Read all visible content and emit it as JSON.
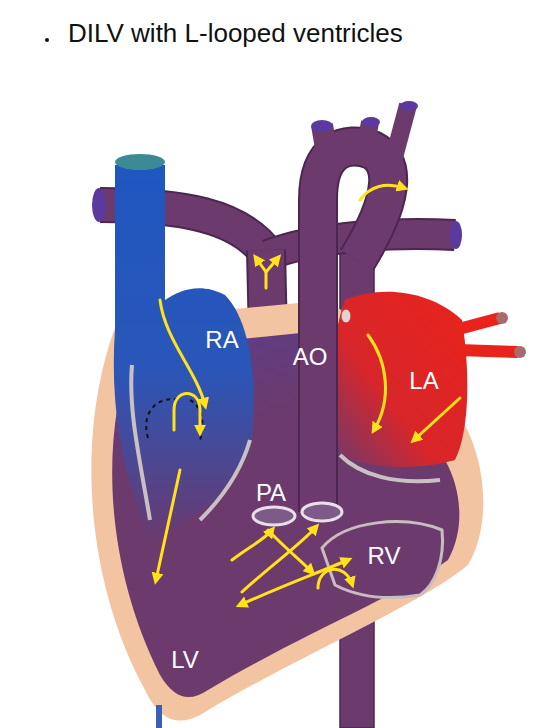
{
  "diagram": {
    "title": "DILV with L-looped ventricles",
    "labels": [
      "RA",
      "AO",
      "LA",
      "PA",
      "RV",
      "LV"
    ]
  }
}
